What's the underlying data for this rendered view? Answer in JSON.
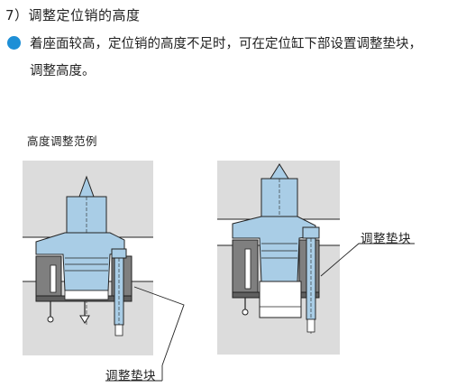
{
  "section": {
    "heading": "7）调整定位销的高度",
    "bullet_text": "着座面较高，定位销的高度不足时，可在定位缸下部设置调整垫块，",
    "bullet_continuation": "调整高度。",
    "bullet_color": "#1e8fd6"
  },
  "figure": {
    "caption": "高度调整范例",
    "callout_right": "调整垫块",
    "callout_bottom": "调整垫块",
    "colors": {
      "plate": "#dcdcdc",
      "body": "#7f7f7f",
      "pin": "#a9cde6",
      "outline": "#222222"
    }
  }
}
